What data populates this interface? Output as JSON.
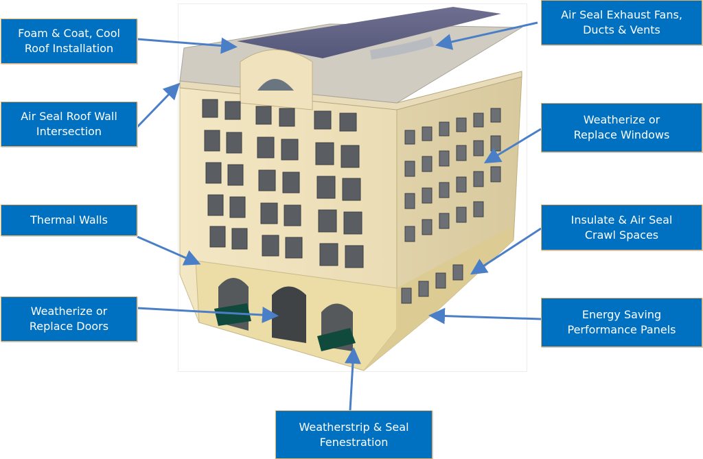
{
  "diagram": {
    "subject": "Multi-story commercial building illustration",
    "accent_color": "#0070c0",
    "border_color": "#f0b060",
    "arrow_color": "#4a7fc8",
    "labels": [
      {
        "id": "foam-coat",
        "text": "Foam & Coat, Cool\nRoof Installation"
      },
      {
        "id": "exhaust-fans",
        "text": "Air Seal Exhaust Fans,\nDucts & Vents"
      },
      {
        "id": "roof-wall",
        "text": "Air Seal Roof Wall\nIntersection"
      },
      {
        "id": "windows",
        "text": "Weatherize or\nReplace Windows"
      },
      {
        "id": "thermal-walls",
        "text": "Thermal Walls"
      },
      {
        "id": "crawl-spaces",
        "text": "Insulate & Air Seal\nCrawl Spaces"
      },
      {
        "id": "doors",
        "text": "Weatherize or\nReplace Doors"
      },
      {
        "id": "panels",
        "text": "Energy Saving\nPerformance Panels"
      },
      {
        "id": "fenestration",
        "text": "Weatherstrip & Seal\nFenestration"
      }
    ]
  }
}
